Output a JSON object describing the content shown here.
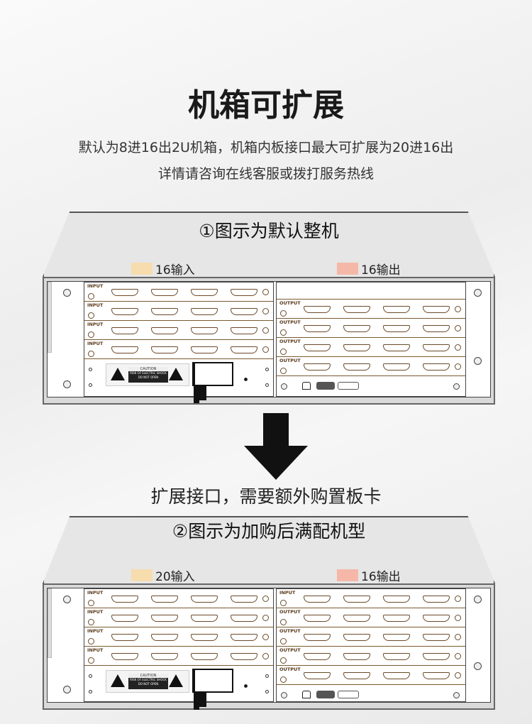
{
  "header": {
    "title": "机箱可扩展",
    "line1": "默认为8进16出2U机箱，机箱内板接口最大可扩展为20进16出",
    "line2": "详情请咨询在线客服或拨打服务热线"
  },
  "step_text": "扩展接口，需要额外购置板卡",
  "colors": {
    "input": "#f7dcae",
    "output": "#f5b8a8"
  },
  "card_labels": {
    "input": "INPUT",
    "output": "OUTPUT"
  },
  "caution": {
    "title": "CAUTION",
    "line1": "RISK OF ELECTRIC SHOCK",
    "line2": "DO NOT OPEN"
  },
  "chassis": [
    {
      "title": "①图示为默认整机",
      "input_legend": "16输入",
      "output_legend": "16输出",
      "left_cards": [
        "input",
        "input",
        "input",
        "input"
      ],
      "right_cards": [
        "blank",
        "output",
        "output",
        "output",
        "output"
      ]
    },
    {
      "title": "②图示为加购后满配机型",
      "input_legend": "20输入",
      "output_legend": "16输出",
      "left_cards": [
        "input",
        "input",
        "input",
        "input"
      ],
      "right_cards": [
        "input",
        "output",
        "output",
        "output",
        "output"
      ]
    }
  ]
}
